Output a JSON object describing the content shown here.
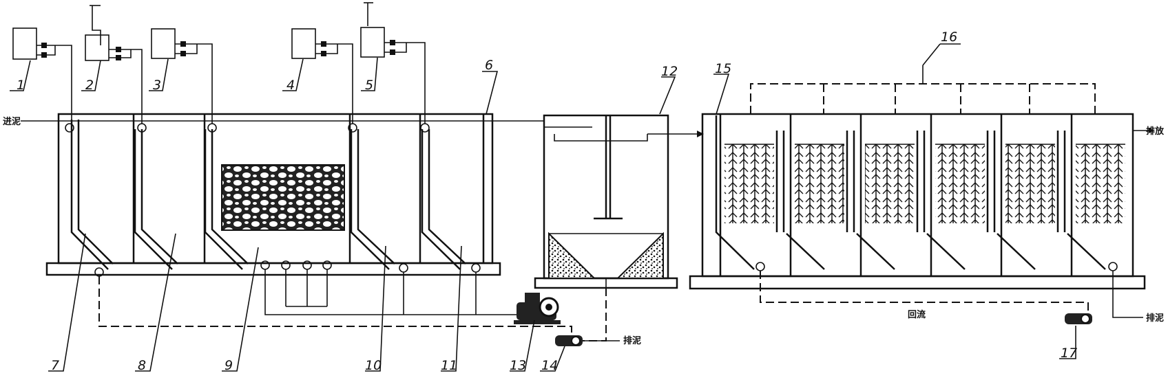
{
  "callouts": {
    "n1": "1",
    "n2": "2",
    "n3": "3",
    "n4": "4",
    "n5": "5",
    "n6": "6",
    "n7": "7",
    "n8": "8",
    "n9": "9",
    "n10": "10",
    "n11": "11",
    "n12": "12",
    "n13": "13",
    "n14": "14",
    "n15": "15",
    "n16": "16",
    "n17": "17"
  },
  "labels": {
    "inlet": "进泥",
    "sludge_left": "排泥",
    "return": "回流",
    "sludge_right": "排泥",
    "outlet": "排放"
  }
}
